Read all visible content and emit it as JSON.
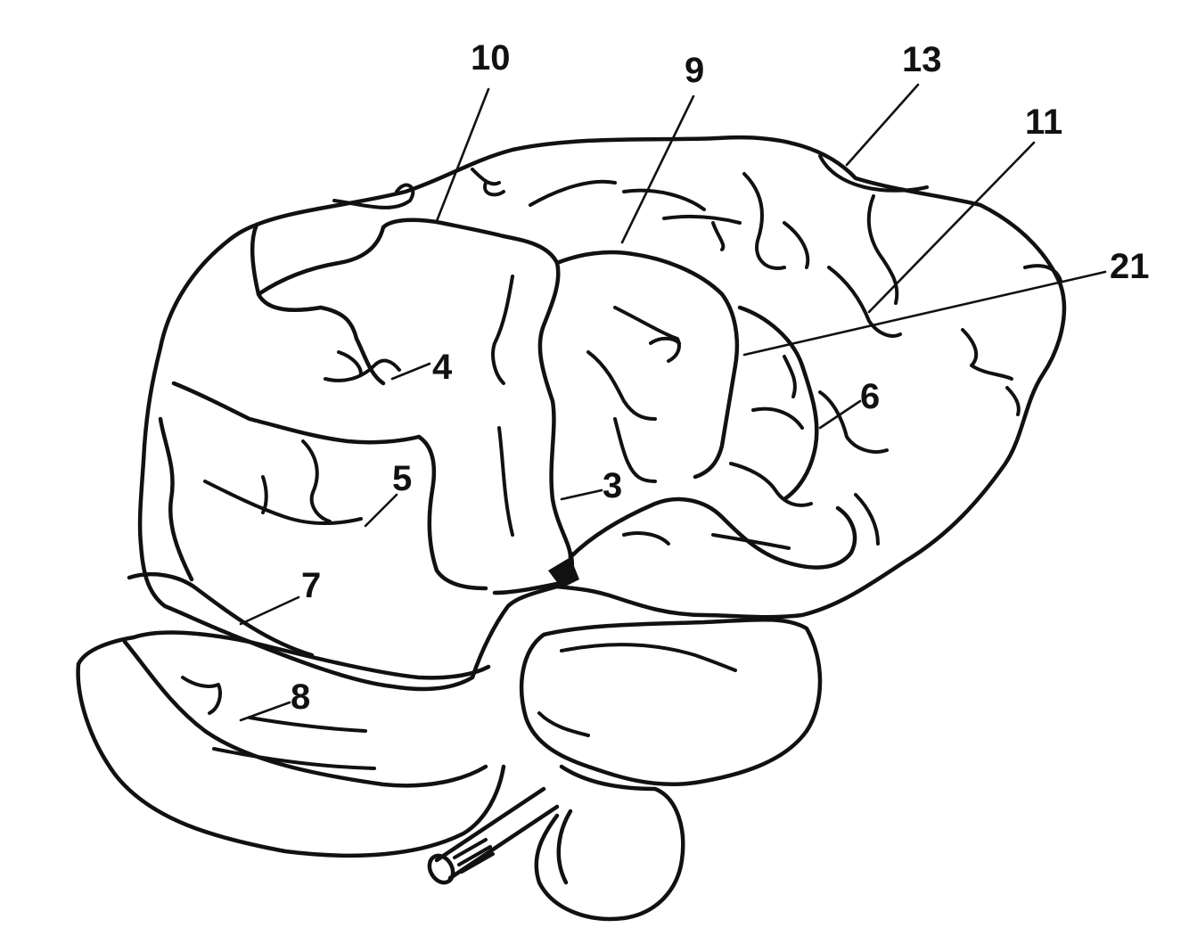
{
  "labels": [
    {
      "id": "10",
      "text": "10"
    },
    {
      "id": "9",
      "text": "9"
    },
    {
      "id": "13",
      "text": "13"
    },
    {
      "id": "11",
      "text": "11"
    },
    {
      "id": "21",
      "text": "21"
    },
    {
      "id": "4",
      "text": "4"
    },
    {
      "id": "6",
      "text": "6"
    },
    {
      "id": "5",
      "text": "5"
    },
    {
      "id": "3",
      "text": "3"
    },
    {
      "id": "7",
      "text": "7"
    },
    {
      "id": "8",
      "text": "8"
    }
  ]
}
